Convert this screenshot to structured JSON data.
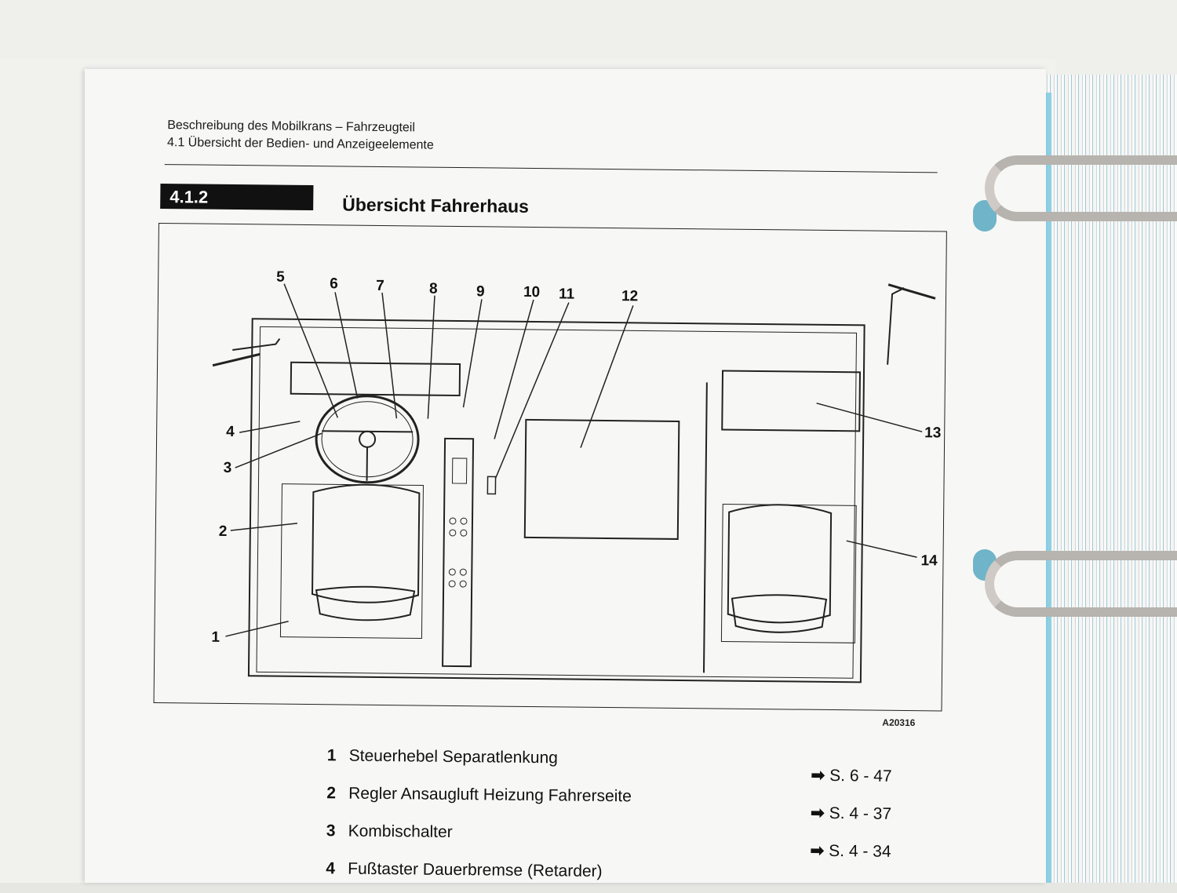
{
  "header": {
    "line1": "Beschreibung des Mobilkrans – Fahrzeugteil",
    "line2": "4.1 Übersicht der Bedien- und Anzeigeelemente"
  },
  "section": {
    "number": "4.1.2",
    "title": "Übersicht Fahrerhaus"
  },
  "figure": {
    "id": "A20316",
    "callouts": [
      "1",
      "2",
      "3",
      "4",
      "5",
      "6",
      "7",
      "8",
      "9",
      "10",
      "11",
      "12",
      "13",
      "14"
    ]
  },
  "legend": [
    {
      "num": "1",
      "text": "Steuerhebel Separatlenkung",
      "ref": "S. 6 - 47"
    },
    {
      "num": "2",
      "text": "Regler Ansaugluft Heizung Fahrerseite",
      "ref": "S. 4 - 37"
    },
    {
      "num": "3",
      "text": "Kombischalter",
      "ref": "S. 4 - 34"
    },
    {
      "num": "4",
      "text": "Fußtaster Dauerbremse (Retarder)",
      "ref": ""
    }
  ],
  "icons": {
    "reference_arrow": "right-arrow-icon"
  }
}
